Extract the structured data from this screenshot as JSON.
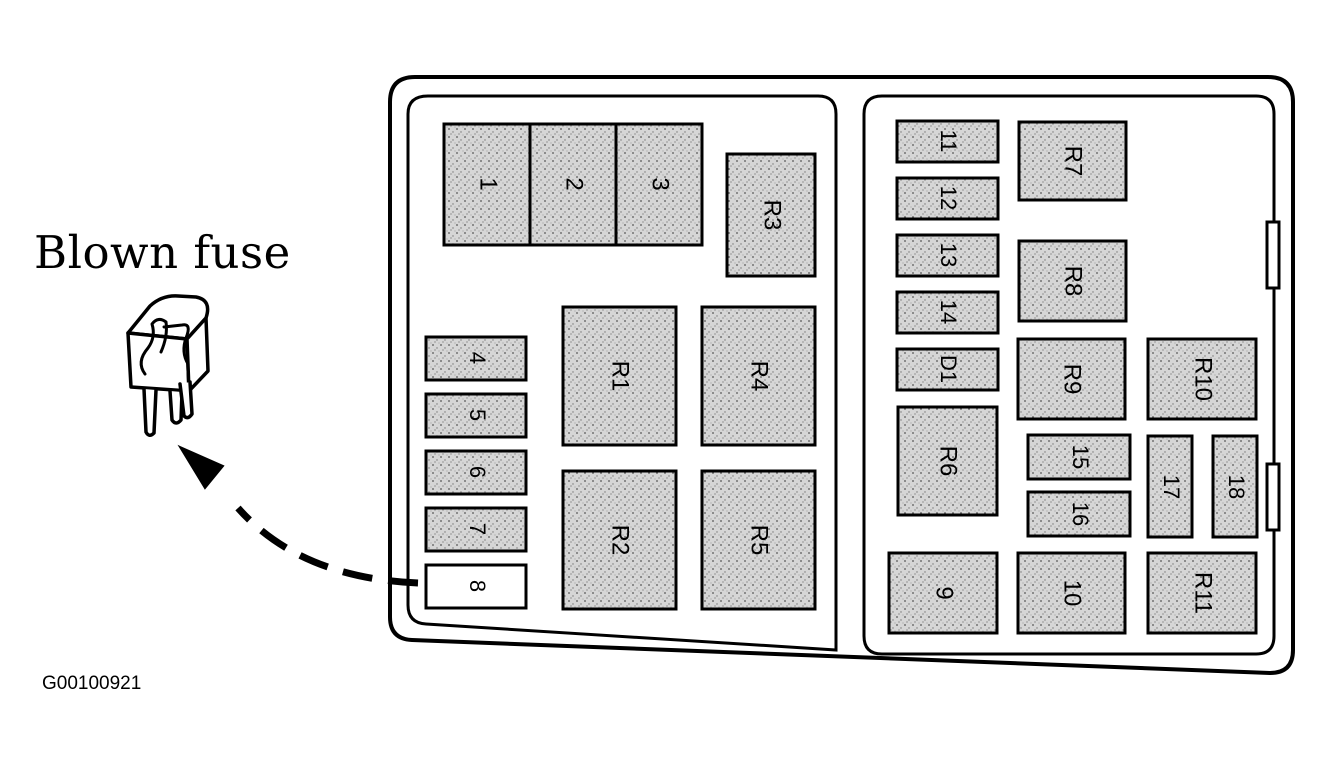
{
  "title": "Blown fuse",
  "figure_id": "G00100921",
  "fuse_box": {
    "left_panel": {
      "fuses": [
        "1",
        "2",
        "3",
        "4",
        "5",
        "6",
        "7",
        "8"
      ],
      "relays": [
        "R1",
        "R2",
        "R3",
        "R4",
        "R5"
      ]
    },
    "right_panel": {
      "fuses": [
        "9",
        "10",
        "11",
        "12",
        "13",
        "14",
        "15",
        "16",
        "17",
        "18"
      ],
      "diode": "D1",
      "relays": [
        "R6",
        "R7",
        "R8",
        "R9",
        "R10",
        "R11"
      ]
    }
  },
  "highlighted_fuse": "8"
}
